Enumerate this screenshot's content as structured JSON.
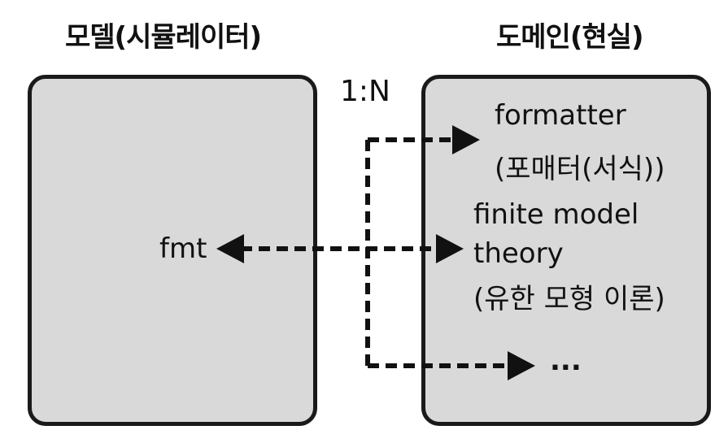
{
  "diagram": {
    "model_title": "모델(시뮬레이터)",
    "domain_title": "도메인(현실)",
    "ratio": "1:N",
    "model_item": "fmt",
    "domain_items": {
      "formatter_en": "formatter",
      "formatter_ko": "(포매터(서식))",
      "theory_line1": "finite model",
      "theory_line2": "theory",
      "theory_line3": "(유한 모형 이론)",
      "more": "..."
    }
  },
  "colors": {
    "box_fill": "#d9d9d9",
    "box_border": "#1a1a1a",
    "arrow": "#111111"
  }
}
